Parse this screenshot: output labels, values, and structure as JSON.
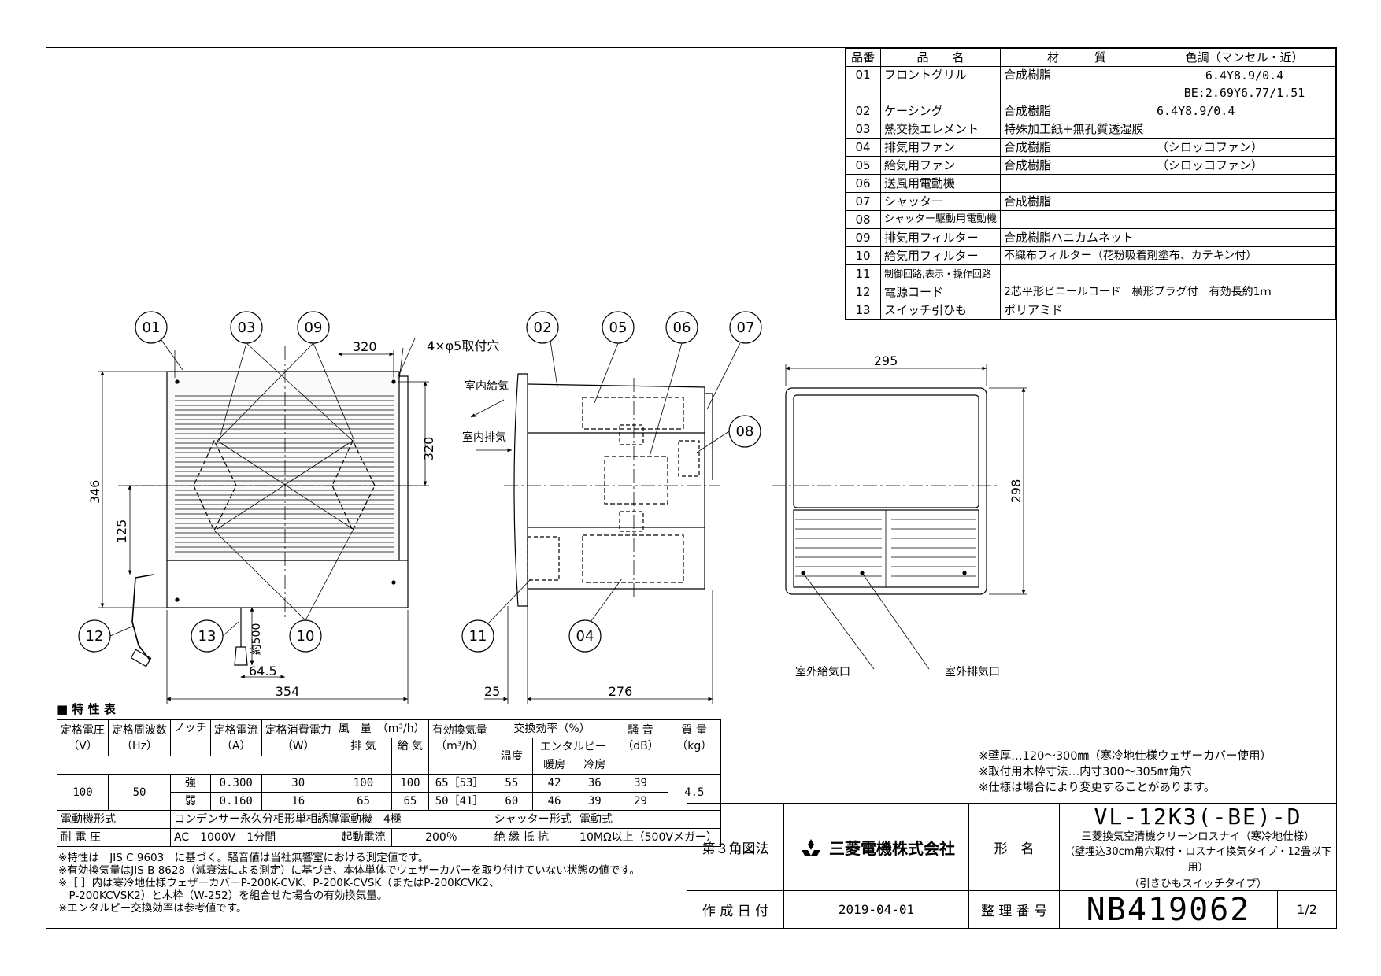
{
  "parts_table": {
    "headers": [
      "品番",
      "品　　名",
      "材　　　質",
      "色調（マンセル・近）"
    ],
    "rows": [
      {
        "no": "01",
        "name": "フロントグリル",
        "material": "合成樹脂",
        "color": "6.4Y8.9/0.4",
        "color2": "BE:2.69Y6.77/1.51"
      },
      {
        "no": "02",
        "name": "ケーシング",
        "material": "合成樹脂",
        "color": "6.4Y8.9/0.4",
        "color2": ""
      },
      {
        "no": "03",
        "name": "熱交換エレメント",
        "material": "特殊加工紙+無孔質透湿膜",
        "color": "",
        "color2": ""
      },
      {
        "no": "04",
        "name": "排気用ファン",
        "material": "合成樹脂",
        "color": "（シロッコファン）",
        "color2": ""
      },
      {
        "no": "05",
        "name": "給気用ファン",
        "material": "合成樹脂",
        "color": "（シロッコファン）",
        "color2": ""
      },
      {
        "no": "06",
        "name": "送風用電動機",
        "material": "",
        "color": "",
        "color2": ""
      },
      {
        "no": "07",
        "name": "シャッター",
        "material": "合成樹脂",
        "color": "",
        "color2": ""
      },
      {
        "no": "08",
        "name": "シャッター駆動用電動機",
        "material": "",
        "color": "",
        "color2": ""
      },
      {
        "no": "09",
        "name": "排気用フィルター",
        "material": "合成樹脂ハニカムネット",
        "color": "",
        "color2": ""
      },
      {
        "no": "10",
        "name": "給気用フィルター",
        "material": "不織布フィルター（花粉吸着剤塗布、カテキン付）",
        "color": "",
        "color2": ""
      },
      {
        "no": "11",
        "name": "制御回路,表示・操作回路",
        "material": "",
        "color": "",
        "color2": ""
      },
      {
        "no": "12",
        "name": "電源コード",
        "material": "2芯平形ビニールコード　横形プラグ付　有効長約1ｍ",
        "color": "",
        "color2": ""
      },
      {
        "no": "13",
        "name": "スイッチ引ひも",
        "material": "ポリアミド",
        "color": "",
        "color2": ""
      }
    ]
  },
  "drawing": {
    "callouts": [
      "01",
      "03",
      "09",
      "02",
      "05",
      "06",
      "07",
      "08",
      "12",
      "13",
      "10",
      "11",
      "04"
    ],
    "dims": {
      "d320_top": "320",
      "d320_side": "320",
      "holes": "4×φ5取付穴",
      "d346": "346",
      "d125": "125",
      "d500": "約500",
      "d64_5": "64.5",
      "d354": "354",
      "d25": "25",
      "d276": "276",
      "d295": "295",
      "d298": "298"
    },
    "labels": {
      "indoor_supply": "室内給気",
      "indoor_exhaust": "室内排気",
      "outdoor_supply": "室外給気口",
      "outdoor_exhaust": "室外排気口"
    }
  },
  "spec_table": {
    "title": "■ 特 性 表",
    "headers": {
      "voltage": "定格電圧",
      "voltage_unit": "（V）",
      "freq": "定格周波数",
      "freq_unit": "（Hz）",
      "notch": "ノッチ",
      "current": "定格電流",
      "current_unit": "（A）",
      "power": "定格消費電力",
      "power_unit": "（W）",
      "airflow": "風　量　（m³/h）",
      "exhaust": "排 気",
      "supply": "給 気",
      "effective": "有効換気量",
      "effective_unit": "（m³/h）",
      "efficiency": "交換効率（%）",
      "temp": "温度",
      "enthalpy": "エンタルピー",
      "heating": "暖房",
      "cooling": "冷房",
      "noise": "騒 音",
      "noise_unit": "（dB）",
      "mass": "質 量",
      "mass_unit": "（kg）"
    },
    "voltage": "100",
    "frequency": "50",
    "mass": "4.5",
    "rows": [
      {
        "notch": "強",
        "current": "0.300",
        "power": "30",
        "exhaust": "100",
        "supply": "100",
        "effective": "65［53］",
        "temp": "55",
        "heating": "42",
        "cooling": "36",
        "noise": "39"
      },
      {
        "notch": "弱",
        "current": "0.160",
        "power": "16",
        "exhaust": "65",
        "supply": "65",
        "effective": "50［41］",
        "temp": "60",
        "heating": "46",
        "cooling": "39",
        "noise": "29"
      }
    ],
    "motor_type_label": "電動機形式",
    "motor_type": "コンデンサー永久分相形単相誘導電動機　4極",
    "shutter_type_label": "シャッター形式",
    "shutter_type": "電動式",
    "withstand_label": "耐 電 圧",
    "withstand": "AC　1000V　1分間",
    "start_current_label": "起動電流",
    "start_current": "200％",
    "insulation_label": "絶 縁 抵 抗",
    "insulation": "10MΩ以上（500Vメガー）"
  },
  "footnotes": [
    "※特性は　JIS C 9603　に基づく。騒音値は当社無響室における測定値です。",
    "※有効換気量はJIS B 8628（減衰法による測定）に基づき、本体単体でウェザーカバーを取り付けていない状態の値です。",
    "※［ ］内は寒冷地仕様ウェザーカバーP-200K-CVK、P-200K-CVSK（またはP-200KCVK2、",
    "　P-200KCVSK2）と木枠（W-252）を組合せた場合の有効換気量。",
    "※エンタルピー交換効率は参考値です。"
  ],
  "install_notes": [
    "※壁厚…120～300㎜（寒冷地仕様ウェザーカバー使用）",
    "※取付用木枠寸法…内寸300～305㎜角穴",
    "※仕様は場合により変更することがあります。"
  ],
  "title_block": {
    "projection": "第３角図法",
    "company": "三菱電機株式会社",
    "model_label": "形　名",
    "model": "VL-12K3(-BE)-D",
    "desc1": "三菱換気空清機クリーンロスナイ（寒冷地仕様）",
    "desc2": "（壁埋込30cm角穴取付・ロスナイ換気タイプ・12畳以下用）",
    "desc3": "（引きひもスイッチタイプ）",
    "date_label": "作 成 日 付",
    "date": "2019-04-01",
    "number_label": "整 理 番 号",
    "number": "NB419062",
    "page": "1/2"
  }
}
